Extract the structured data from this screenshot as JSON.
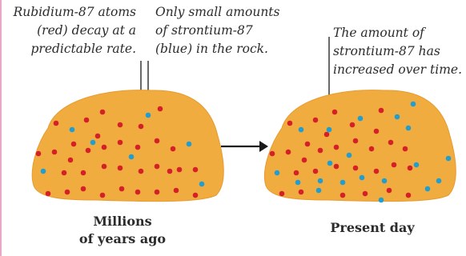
{
  "annotations": {
    "rubidium": [
      "Rubidium-87 atoms",
      "(red) decay at a",
      "predictable rate."
    ],
    "strontium_small": [
      "Only small amounts",
      "of strontium-87",
      "(blue) in the rock."
    ],
    "strontium_increased": [
      "The amount of",
      "strontium-87 has",
      "increased over time."
    ]
  },
  "captions": {
    "past": [
      "Millions",
      "of years ago"
    ],
    "present": "Present day"
  },
  "colors": {
    "rock": "#f0ac3e",
    "rock_shadow": "#e89a2f",
    "rubidium": "#d71f2a",
    "strontium": "#1f9ed3",
    "arrow": "#1a1a1a",
    "frame": "#e9a6c7"
  }
}
